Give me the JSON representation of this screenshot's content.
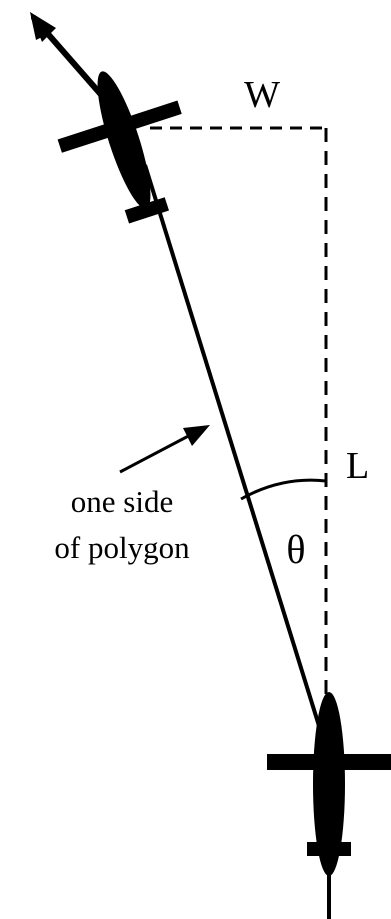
{
  "labels": {
    "w": "W",
    "l": "L",
    "theta": "θ",
    "annotation_line1": "one side",
    "annotation_line2": "of polygon"
  },
  "colors": {
    "ink": "#000000",
    "background": "#ffffff"
  },
  "icons": {
    "top_aircraft": "airplane-icon",
    "bottom_aircraft": "airplane-icon",
    "direction_arrow": "arrow-up-left-icon"
  }
}
